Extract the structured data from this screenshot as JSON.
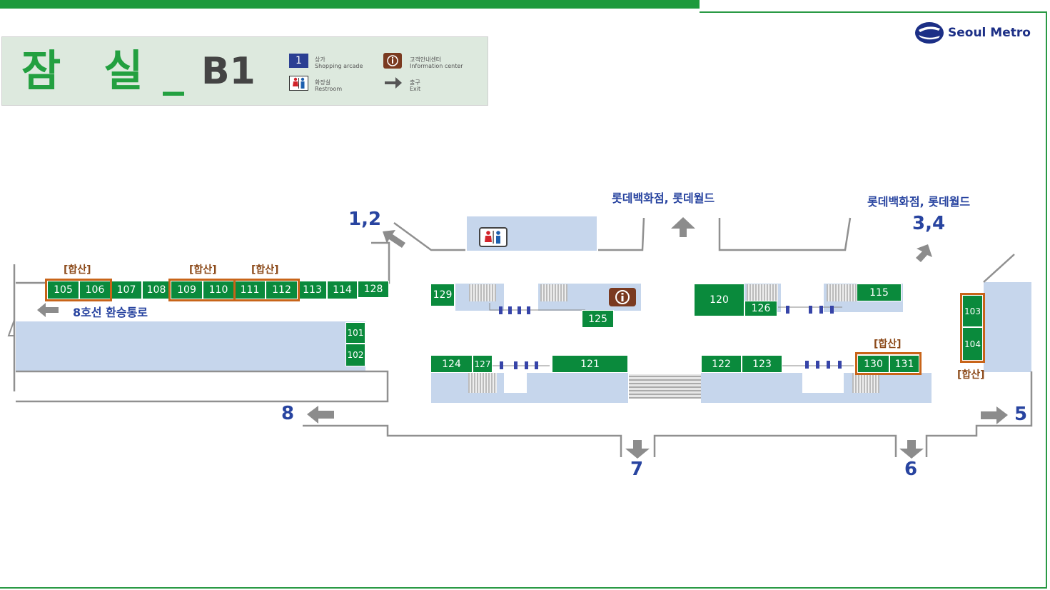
{
  "header": {
    "station_name": "잠실",
    "separator": "_",
    "floor": "B1",
    "brand": "Seoul Metro"
  },
  "legend": {
    "shopping": {
      "icon_text": "1",
      "ko": "상가",
      "en": "Shopping arcade"
    },
    "info": {
      "ko": "고객안내센터",
      "en": "Information center"
    },
    "restroom": {
      "ko": "화장실",
      "en": "Restroom"
    },
    "exit": {
      "ko": "출구",
      "en": "Exit"
    }
  },
  "map": {
    "transfer_label": "8호선 환승통로",
    "merged_label": "[합산]",
    "destinations": {
      "north_center": "롯데백화점, 롯데월드",
      "north_right": "롯데백화점, 롯데월드"
    },
    "exits": {
      "e12": "1,2",
      "e34": "3,4",
      "e8": "8",
      "e5": "5",
      "e7": "7",
      "e6": "6"
    },
    "shops": {
      "s105": "105",
      "s106": "106",
      "s107": "107",
      "s108": "108",
      "s109": "109",
      "s110": "110",
      "s111": "111",
      "s112": "112",
      "s113": "113",
      "s114": "114",
      "s128": "128",
      "s101": "101",
      "s102": "102",
      "s129": "129",
      "s125": "125",
      "s120": "120",
      "s126": "126",
      "s115": "115",
      "s103": "103",
      "s104": "104",
      "s124": "124",
      "s127": "127",
      "s121": "121",
      "s122": "122",
      "s123": "123",
      "s130": "130",
      "s131": "131"
    }
  },
  "colors": {
    "brand_green": "#1d9a3c",
    "shop_green": "#0a8a3c",
    "hall_blue": "#c6d6ec",
    "merge_orange": "#c86419",
    "text_blue": "#2844a0"
  }
}
